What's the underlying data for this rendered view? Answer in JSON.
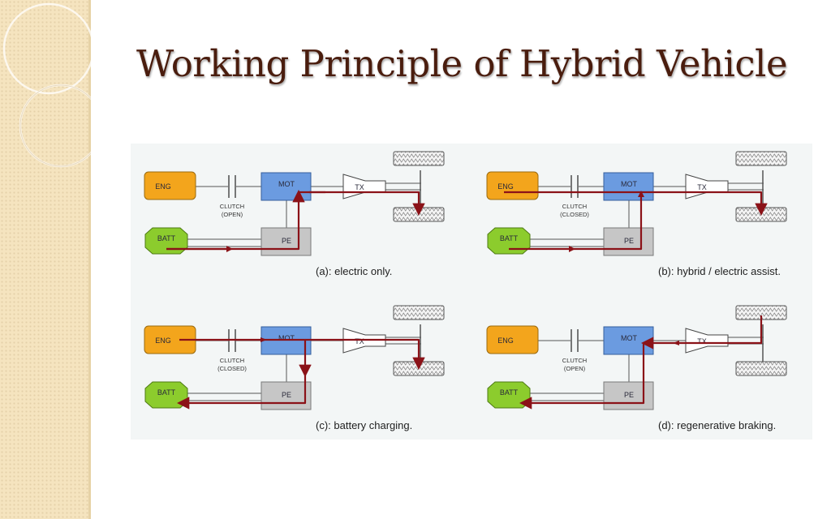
{
  "slide": {
    "title": "Working Principle of Hybrid Vehicle"
  },
  "colors": {
    "title": "#4a1d0e",
    "sidebar": "#f5e4bf",
    "engine": "#f3a51c",
    "battery": "#8ccc2d",
    "motor": "#6b9be0",
    "power_electronics": "#c6c6c6",
    "power_flow": "#8b1218"
  },
  "diagram": {
    "block_labels": {
      "engine": "ENG",
      "battery": "BATT",
      "motor": "MOT",
      "power_electronics": "PE",
      "transmission": "TX",
      "clutch": "CLUTCH"
    },
    "panels": [
      {
        "id": "a",
        "clutch_state": "(OPEN)",
        "caption": "(a): electric only."
      },
      {
        "id": "b",
        "clutch_state": "(CLOSED)",
        "caption": "(b): hybrid / electric assist."
      },
      {
        "id": "c",
        "clutch_state": "(CLOSED)",
        "caption": "(c): battery charging."
      },
      {
        "id": "d",
        "clutch_state": "(OPEN)",
        "caption": "(d): regenerative braking."
      }
    ]
  }
}
